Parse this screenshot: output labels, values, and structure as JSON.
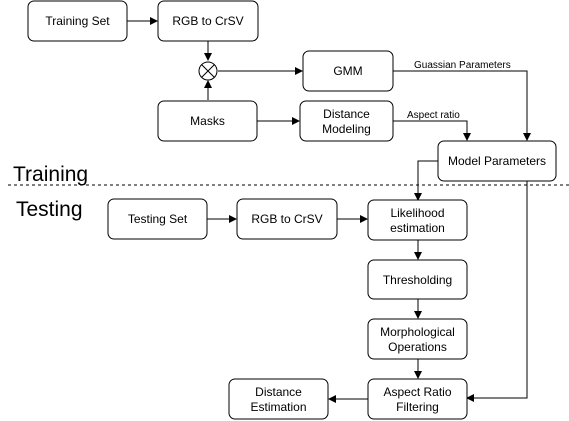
{
  "sections": {
    "training": "Training",
    "testing": "Testing"
  },
  "nodes": {
    "training_set": "Training Set",
    "rgb_to_crsv_train": "RGB to CrSV",
    "gmm": "GMM",
    "masks": "Masks",
    "distance_modeling": [
      "Distance",
      "Modeling"
    ],
    "model_parameters": "Model Parameters",
    "testing_set": "Testing Set",
    "rgb_to_crsv_test": "RGB to CrSV",
    "likelihood_estimation": [
      "Likelihood",
      "estimation"
    ],
    "thresholding": "Thresholding",
    "morphological_operations": [
      "Morphological",
      "Operations"
    ],
    "aspect_ratio_filtering": [
      "Aspect Ratio",
      "Filtering"
    ],
    "distance_estimation": [
      "Distance",
      "Estimation"
    ]
  },
  "edge_labels": {
    "guassian_parameters": "Guassian Parameters",
    "aspect_ratio": "Aspect ratio"
  },
  "combiner_icon": "circle-x-icon"
}
